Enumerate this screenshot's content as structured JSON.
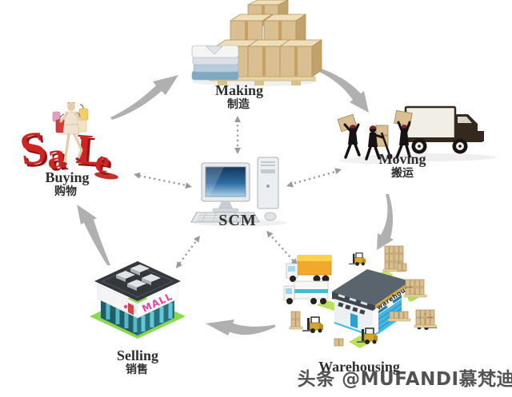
{
  "page": {
    "background": "#ffffff"
  },
  "watermark": {
    "text": "头条 @MUFANDI慕梵迪"
  },
  "center_node": {
    "label": "SCM"
  },
  "nodes": {
    "making": {
      "en": "Making",
      "zh": "制造"
    },
    "moving": {
      "en": "Moving",
      "zh": "搬运"
    },
    "warehousing": {
      "en": "Warehousing"
    },
    "selling": {
      "en": "Selling",
      "zh": "销售"
    },
    "buying": {
      "en": "Buying",
      "zh": "购物"
    }
  },
  "signs": {
    "warehouse_roof": "warehouse",
    "mall": "MALL",
    "sale_letters": [
      "S",
      "a",
      "L",
      "e"
    ]
  },
  "connections": {
    "cycle": [
      "buying→making",
      "making→moving",
      "moving→warehousing",
      "warehousing→selling",
      "selling→buying"
    ],
    "hub_links": [
      "scm↔making",
      "scm↔moving",
      "scm↔warehousing",
      "scm↔selling",
      "scm↔buying"
    ]
  },
  "colors": {
    "arrow_gray": "#b0b0b0",
    "dotted_gray": "#9a9a9a",
    "sale_red": "#cf2424",
    "label_text": "#2e2e2e",
    "watermark_text": "#3b3b3b"
  }
}
